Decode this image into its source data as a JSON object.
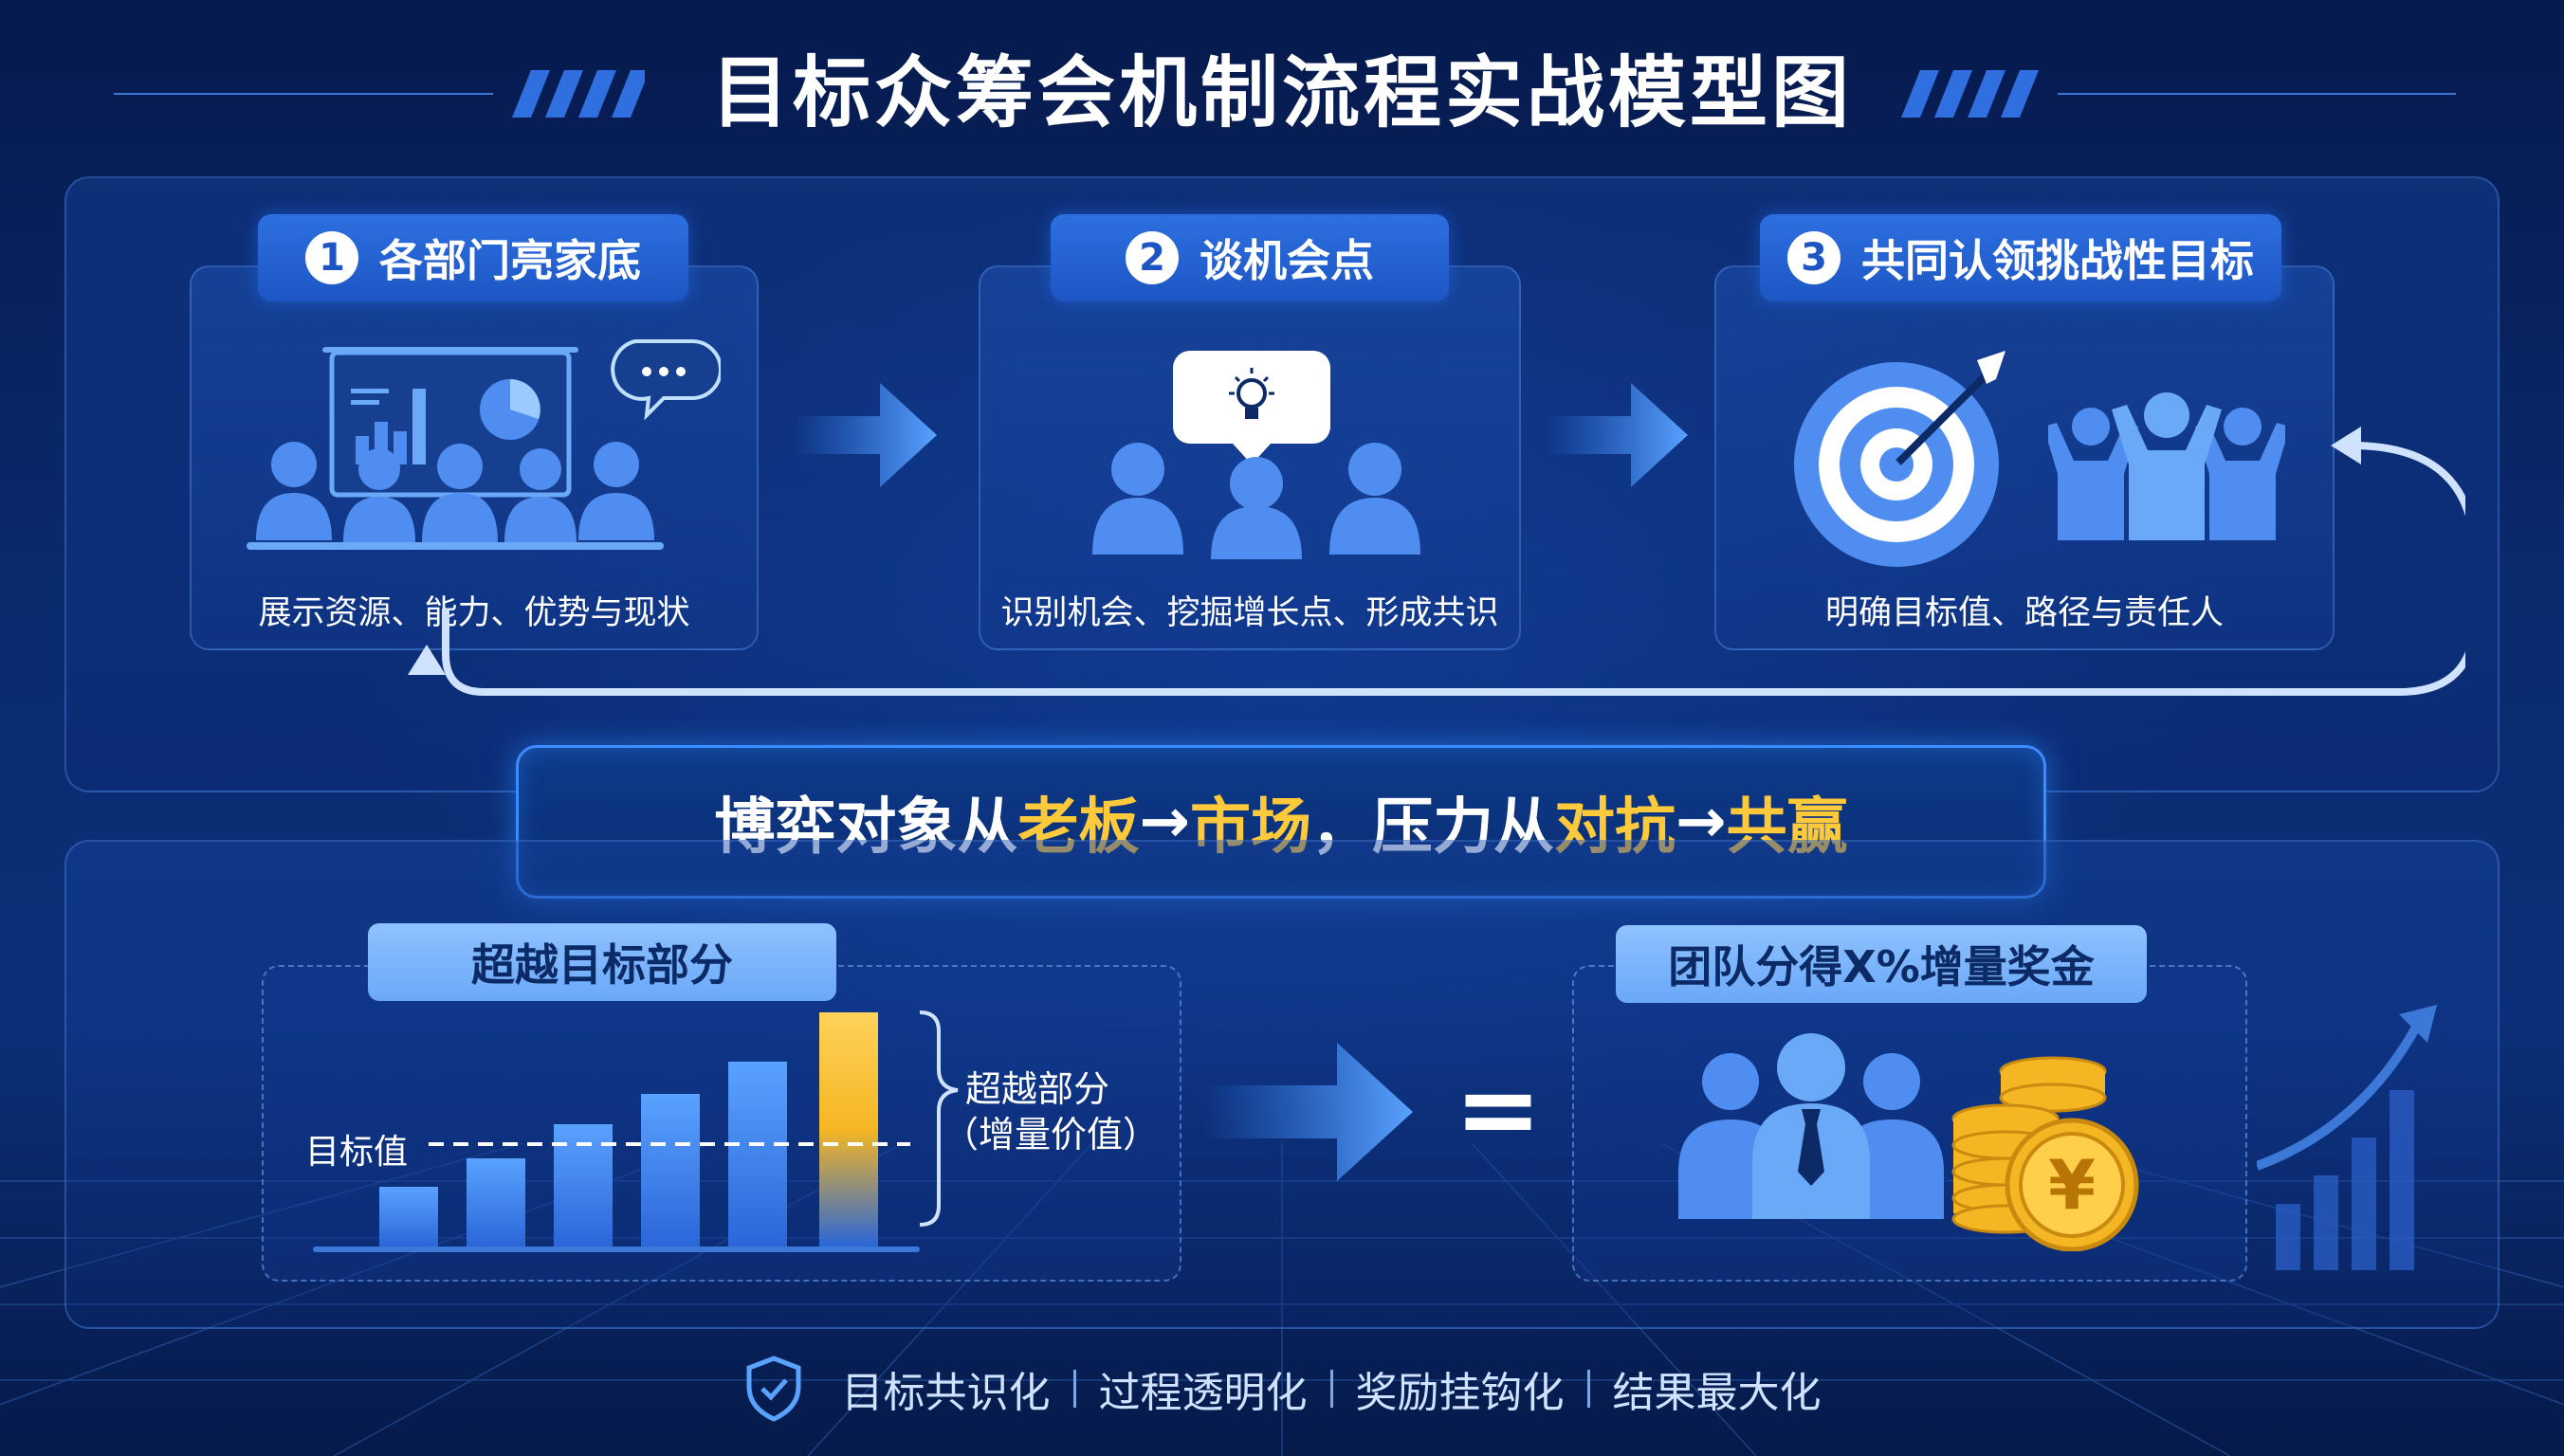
{
  "title": "目标众筹会机制流程实战模型图",
  "steps": [
    {
      "num": "1",
      "label": "各部门亮家底",
      "desc": "展示资源、能力、优势与现状"
    },
    {
      "num": "2",
      "label": "谈机会点",
      "desc": "识别机会、挖掘增长点、形成共识"
    },
    {
      "num": "3",
      "label": "共同认领挑战性目标",
      "desc": "明确目标值、路径与责任人"
    }
  ],
  "banner": {
    "p1": "博弈对象从",
    "h1": "老板",
    "arrow1": "→",
    "h2": "市场",
    "p2": "，压力从",
    "h3": "对抗",
    "arrow2": "→",
    "h4": "共赢"
  },
  "bottom_left": {
    "tag": "超越目标部分",
    "target_label": "目标值",
    "brace_label_1": "超越部分",
    "brace_label_2": "（增量价值）"
  },
  "equals": "=",
  "bottom_right": {
    "tag": "团队分得X%增量奖金",
    "currency": "¥"
  },
  "footer": [
    "目标共识化",
    "过程透明化",
    "奖励挂钩化",
    "结果最大化"
  ],
  "colors": {
    "highlight": "#ffc93c",
    "accent": "#2d6fe0",
    "gold": "#f5b623"
  }
}
